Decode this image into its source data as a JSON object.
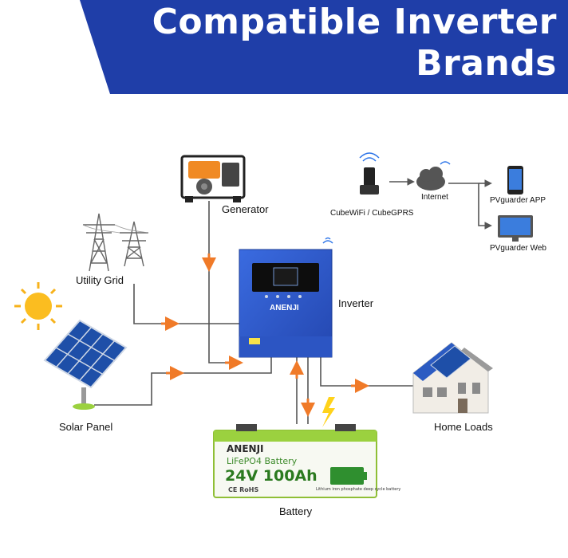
{
  "header": {
    "title_line1": "Compatible Inverter",
    "title_line2": "Brands",
    "banner_color": "#1f3ea8"
  },
  "labels": {
    "generator": "Generator",
    "utility_grid": "Utility Grid",
    "inverter": "Inverter",
    "solar_panel": "Solar Panel",
    "home_loads": "Home Loads",
    "battery": "Battery",
    "wifi_module": "CubeWiFi / CubeGPRS",
    "internet": "Internet",
    "pv_app": "PVguarder APP",
    "pv_web": "PVguarder Web"
  },
  "inverter_unit": {
    "brand": "ANENJI",
    "color": "#2f5bd0"
  },
  "battery_unit": {
    "brand": "ANENJI",
    "type": "LiFePO4 Battery",
    "capacity": "24V 100Ah",
    "note": "Lithium iron phosphate deep cycle battery",
    "certs": "CE RoHS",
    "color": "#9bd13f"
  },
  "colors": {
    "arrow": "#f07a28",
    "line": "#555555"
  },
  "icons": [
    "generator-icon",
    "utility-tower-icon",
    "sun-icon",
    "solar-panel-icon",
    "inverter-icon",
    "house-icon",
    "battery-icon",
    "wifi-antenna-icon",
    "cloud-icon",
    "phone-icon",
    "monitor-icon",
    "lightning-icon"
  ]
}
